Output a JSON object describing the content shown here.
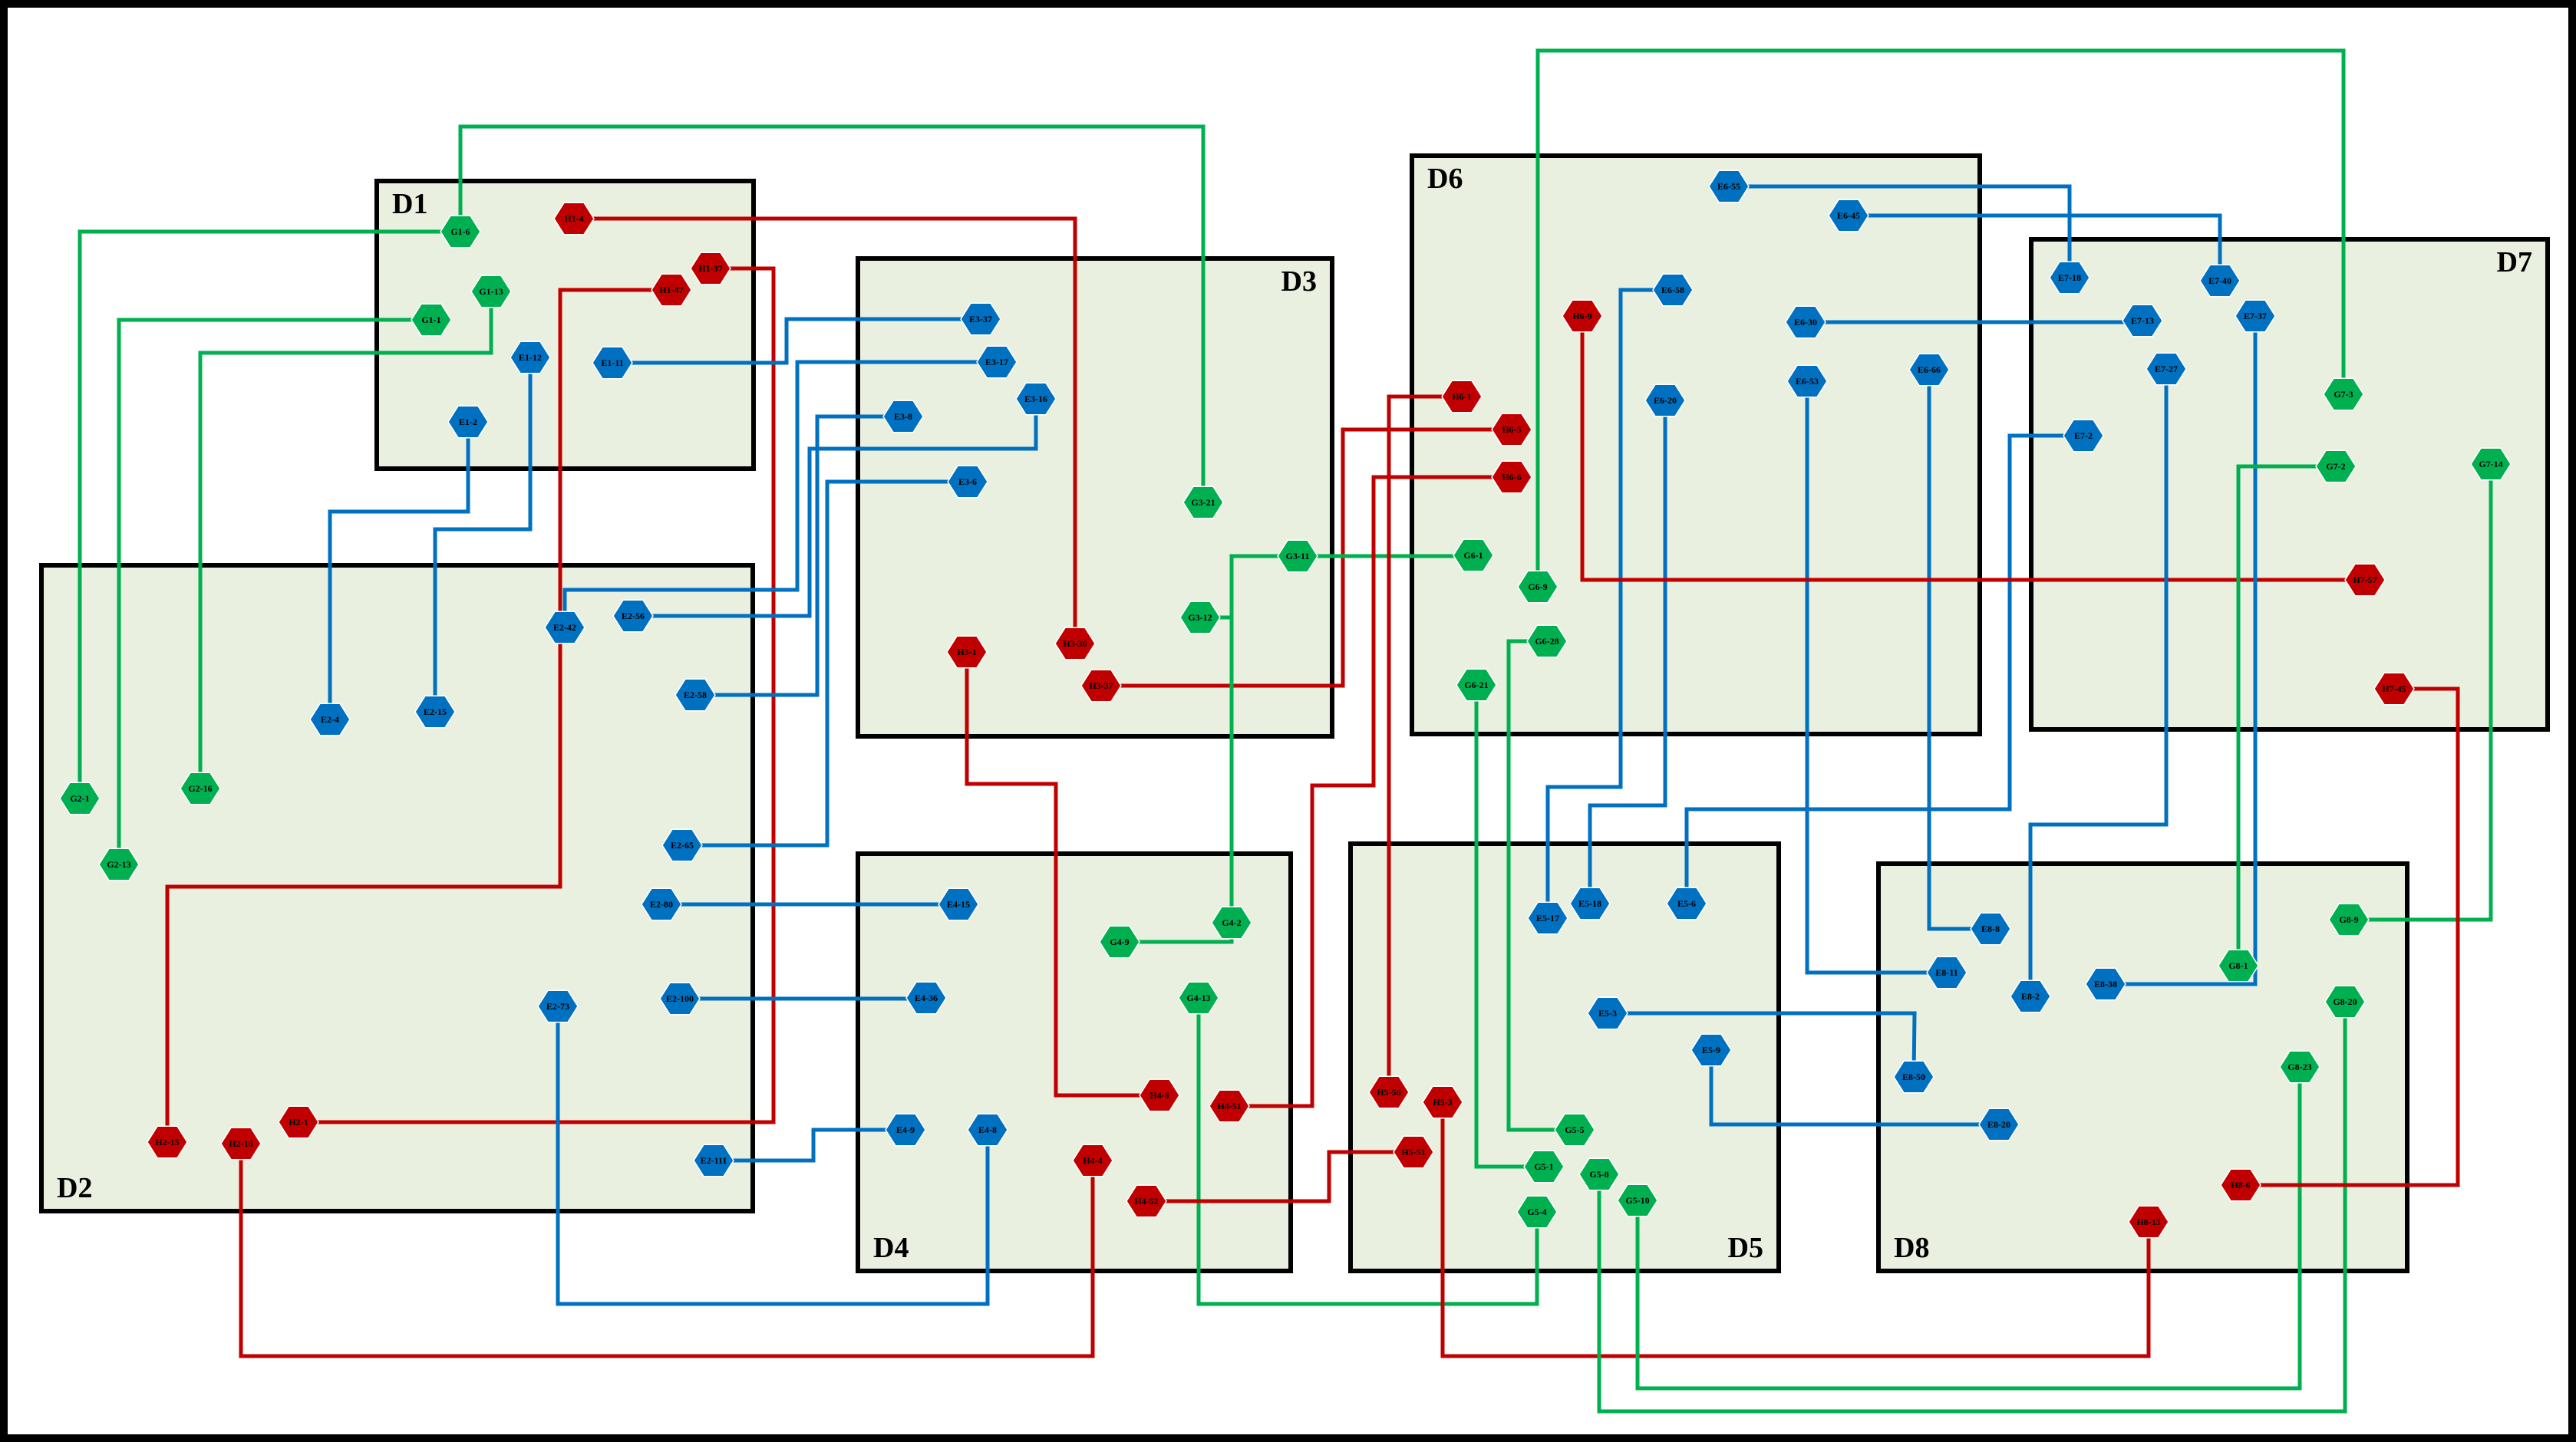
{
  "colors": {
    "G": "#00b050",
    "E": "#0070c0",
    "H": "#c00000",
    "box": "#eaf0df"
  },
  "domains": [
    {
      "label": "D1",
      "anchor": "tl"
    },
    {
      "label": "D2",
      "anchor": "bl"
    },
    {
      "label": "D3",
      "anchor": "tr"
    },
    {
      "label": "D4",
      "anchor": "bl"
    },
    {
      "label": "D5",
      "anchor": "br"
    },
    {
      "label": "D6",
      "anchor": "tl"
    },
    {
      "label": "D7",
      "anchor": "tr"
    },
    {
      "label": "D8",
      "anchor": "bl"
    }
  ],
  "nodes": [
    {
      "id": "G1-6",
      "type": "G"
    },
    {
      "id": "H1-4",
      "type": "H"
    },
    {
      "id": "H1-37",
      "type": "H"
    },
    {
      "id": "H1-47",
      "type": "H"
    },
    {
      "id": "G1-13",
      "type": "G"
    },
    {
      "id": "G1-1",
      "type": "G"
    },
    {
      "id": "E1-12",
      "type": "E"
    },
    {
      "id": "E1-11",
      "type": "E"
    },
    {
      "id": "E1-2",
      "type": "E"
    },
    {
      "id": "E2-42",
      "type": "E"
    },
    {
      "id": "E2-56",
      "type": "E"
    },
    {
      "id": "E2-58",
      "type": "E"
    },
    {
      "id": "E2-4",
      "type": "E"
    },
    {
      "id": "E2-15",
      "type": "E"
    },
    {
      "id": "G2-1",
      "type": "G"
    },
    {
      "id": "G2-16",
      "type": "G"
    },
    {
      "id": "G2-13",
      "type": "G"
    },
    {
      "id": "E2-65",
      "type": "E"
    },
    {
      "id": "E2-80",
      "type": "E"
    },
    {
      "id": "E2-73",
      "type": "E"
    },
    {
      "id": "E2-100",
      "type": "E"
    },
    {
      "id": "H2-15",
      "type": "H"
    },
    {
      "id": "H2-16",
      "type": "H"
    },
    {
      "id": "H2-1",
      "type": "H"
    },
    {
      "id": "E2-111",
      "type": "E"
    },
    {
      "id": "E3-37",
      "type": "E"
    },
    {
      "id": "E3-17",
      "type": "E"
    },
    {
      "id": "E3-16",
      "type": "E"
    },
    {
      "id": "E3-8",
      "type": "E"
    },
    {
      "id": "E3-6",
      "type": "E"
    },
    {
      "id": "G3-21",
      "type": "G"
    },
    {
      "id": "G3-11",
      "type": "G"
    },
    {
      "id": "G3-12",
      "type": "G"
    },
    {
      "id": "H3-1",
      "type": "H"
    },
    {
      "id": "H3-36",
      "type": "H"
    },
    {
      "id": "H3-37",
      "type": "H"
    },
    {
      "id": "E4-15",
      "type": "E"
    },
    {
      "id": "G4-9",
      "type": "G"
    },
    {
      "id": "G4-2",
      "type": "G"
    },
    {
      "id": "E4-36",
      "type": "E"
    },
    {
      "id": "G4-13",
      "type": "G"
    },
    {
      "id": "H4-6",
      "type": "H"
    },
    {
      "id": "H4-51",
      "type": "H"
    },
    {
      "id": "E4-9",
      "type": "E"
    },
    {
      "id": "E4-8",
      "type": "E"
    },
    {
      "id": "H4-4",
      "type": "H"
    },
    {
      "id": "H4-52",
      "type": "H"
    },
    {
      "id": "E5-17",
      "type": "E"
    },
    {
      "id": "E5-18",
      "type": "E"
    },
    {
      "id": "E5-6",
      "type": "E"
    },
    {
      "id": "E5-3",
      "type": "E"
    },
    {
      "id": "E5-9",
      "type": "E"
    },
    {
      "id": "H5-56",
      "type": "H"
    },
    {
      "id": "H5-3",
      "type": "H"
    },
    {
      "id": "H5-51",
      "type": "H"
    },
    {
      "id": "G5-5",
      "type": "G"
    },
    {
      "id": "G5-1",
      "type": "G"
    },
    {
      "id": "G5-8",
      "type": "G"
    },
    {
      "id": "G5-10",
      "type": "G"
    },
    {
      "id": "G5-4",
      "type": "G"
    },
    {
      "id": "E6-55",
      "type": "E"
    },
    {
      "id": "E6-45",
      "type": "E"
    },
    {
      "id": "E6-58",
      "type": "E"
    },
    {
      "id": "H6-9",
      "type": "H"
    },
    {
      "id": "E6-30",
      "type": "E"
    },
    {
      "id": "H6-1",
      "type": "H"
    },
    {
      "id": "E6-20",
      "type": "E"
    },
    {
      "id": "E6-53",
      "type": "E"
    },
    {
      "id": "E6-66",
      "type": "E"
    },
    {
      "id": "H6-5",
      "type": "H"
    },
    {
      "id": "H6-6",
      "type": "H"
    },
    {
      "id": "G6-1",
      "type": "G"
    },
    {
      "id": "G6-9",
      "type": "G"
    },
    {
      "id": "G6-28",
      "type": "G"
    },
    {
      "id": "G6-21",
      "type": "G"
    },
    {
      "id": "E7-18",
      "type": "E"
    },
    {
      "id": "E7-40",
      "type": "E"
    },
    {
      "id": "E7-13",
      "type": "E"
    },
    {
      "id": "E7-37",
      "type": "E"
    },
    {
      "id": "E7-27",
      "type": "E"
    },
    {
      "id": "G7-3",
      "type": "G"
    },
    {
      "id": "E7-2",
      "type": "E"
    },
    {
      "id": "G7-2",
      "type": "G"
    },
    {
      "id": "G7-14",
      "type": "G"
    },
    {
      "id": "H7-57",
      "type": "H"
    },
    {
      "id": "H7-45",
      "type": "H"
    },
    {
      "id": "E8-8",
      "type": "E"
    },
    {
      "id": "G8-9",
      "type": "G"
    },
    {
      "id": "E8-11",
      "type": "E"
    },
    {
      "id": "G8-1",
      "type": "G"
    },
    {
      "id": "E8-2",
      "type": "E"
    },
    {
      "id": "E8-38",
      "type": "E"
    },
    {
      "id": "G8-20",
      "type": "G"
    },
    {
      "id": "E8-50",
      "type": "E"
    },
    {
      "id": "G8-23",
      "type": "G"
    },
    {
      "id": "E8-20",
      "type": "E"
    },
    {
      "id": "H8-6",
      "type": "H"
    },
    {
      "id": "H8-13",
      "type": "H"
    }
  ],
  "links": [
    {
      "color": "G",
      "from": "G1-6",
      "to": "G3-21"
    },
    {
      "color": "G",
      "from": "G1-6",
      "to": "G2-1"
    },
    {
      "color": "G",
      "from": "G1-1",
      "to": "G2-13"
    },
    {
      "color": "G",
      "from": "G1-13",
      "to": "G2-16"
    },
    {
      "color": "H",
      "from": "H1-4",
      "to": "H3-36"
    },
    {
      "color": "H",
      "from": "H1-37",
      "to": "H2-1"
    },
    {
      "color": "H",
      "from": "H1-47",
      "to": "H2-15"
    },
    {
      "color": "E",
      "from": "E1-12",
      "to": "E2-15"
    },
    {
      "color": "E",
      "from": "E1-2",
      "to": "E2-4"
    },
    {
      "color": "E",
      "from": "E1-11",
      "to": "E3-37"
    },
    {
      "color": "E",
      "from": "E2-42",
      "to": "E3-17"
    },
    {
      "color": "E",
      "from": "E2-56",
      "to": "E3-16"
    },
    {
      "color": "E",
      "from": "E2-58",
      "to": "E3-8"
    },
    {
      "color": "E",
      "from": "E2-65",
      "to": "E3-6"
    },
    {
      "color": "E",
      "from": "E2-80",
      "to": "E4-15"
    },
    {
      "color": "E",
      "from": "E2-100",
      "to": "E4-36"
    },
    {
      "color": "E",
      "from": "E2-111",
      "to": "E4-9"
    },
    {
      "color": "E",
      "from": "E2-73",
      "to": "E4-8"
    },
    {
      "color": "H",
      "from": "H2-16",
      "to": "H4-4"
    },
    {
      "color": "H",
      "from": "H3-1",
      "to": "H4-6"
    },
    {
      "color": "H",
      "from": "H3-37",
      "to": "H6-5"
    },
    {
      "color": "G",
      "from": "G3-11",
      "to": "G6-1"
    },
    {
      "color": "G",
      "from": "G3-11",
      "to": "G4-9"
    },
    {
      "color": "G",
      "from": "G3-12",
      "to": "G4-2"
    },
    {
      "color": "G",
      "from": "G4-13",
      "to": "G5-4"
    },
    {
      "color": "H",
      "from": "H4-51",
      "to": "H6-6"
    },
    {
      "color": "H",
      "from": "H4-52",
      "to": "H5-51"
    },
    {
      "color": "H",
      "from": "H5-56",
      "to": "H6-1"
    },
    {
      "color": "H",
      "from": "H5-3",
      "to": "H8-13"
    },
    {
      "color": "G",
      "from": "G5-5",
      "to": "G6-28"
    },
    {
      "color": "G",
      "from": "G5-1",
      "to": "G6-21"
    },
    {
      "color": "G",
      "from": "G5-8",
      "to": "G8-20"
    },
    {
      "color": "G",
      "from": "G5-10",
      "to": "G8-23"
    },
    {
      "color": "E",
      "from": "E5-17",
      "to": "E6-58"
    },
    {
      "color": "E",
      "from": "E5-18",
      "to": "E6-20"
    },
    {
      "color": "E",
      "from": "E5-6",
      "to": "E7-2"
    },
    {
      "color": "E",
      "from": "E5-3",
      "to": "E8-50"
    },
    {
      "color": "E",
      "from": "E5-9",
      "to": "E8-20"
    },
    {
      "color": "E",
      "from": "E6-55",
      "to": "E7-18"
    },
    {
      "color": "E",
      "from": "E6-45",
      "to": "E7-40"
    },
    {
      "color": "E",
      "from": "E6-30",
      "to": "E7-13"
    },
    {
      "color": "E",
      "from": "E6-53",
      "to": "E8-11"
    },
    {
      "color": "E",
      "from": "E6-66",
      "to": "E8-8"
    },
    {
      "color": "G",
      "from": "G6-9",
      "to": "G7-3"
    },
    {
      "color": "H",
      "from": "H6-9",
      "to": "H7-57"
    },
    {
      "color": "E",
      "from": "E7-37",
      "to": "E8-38"
    },
    {
      "color": "E",
      "from": "E7-27",
      "to": "E8-2"
    },
    {
      "color": "G",
      "from": "G7-2",
      "to": "G8-1"
    },
    {
      "color": "G",
      "from": "G7-14",
      "to": "G8-9"
    },
    {
      "color": "H",
      "from": "H7-45",
      "to": "H8-6"
    }
  ]
}
